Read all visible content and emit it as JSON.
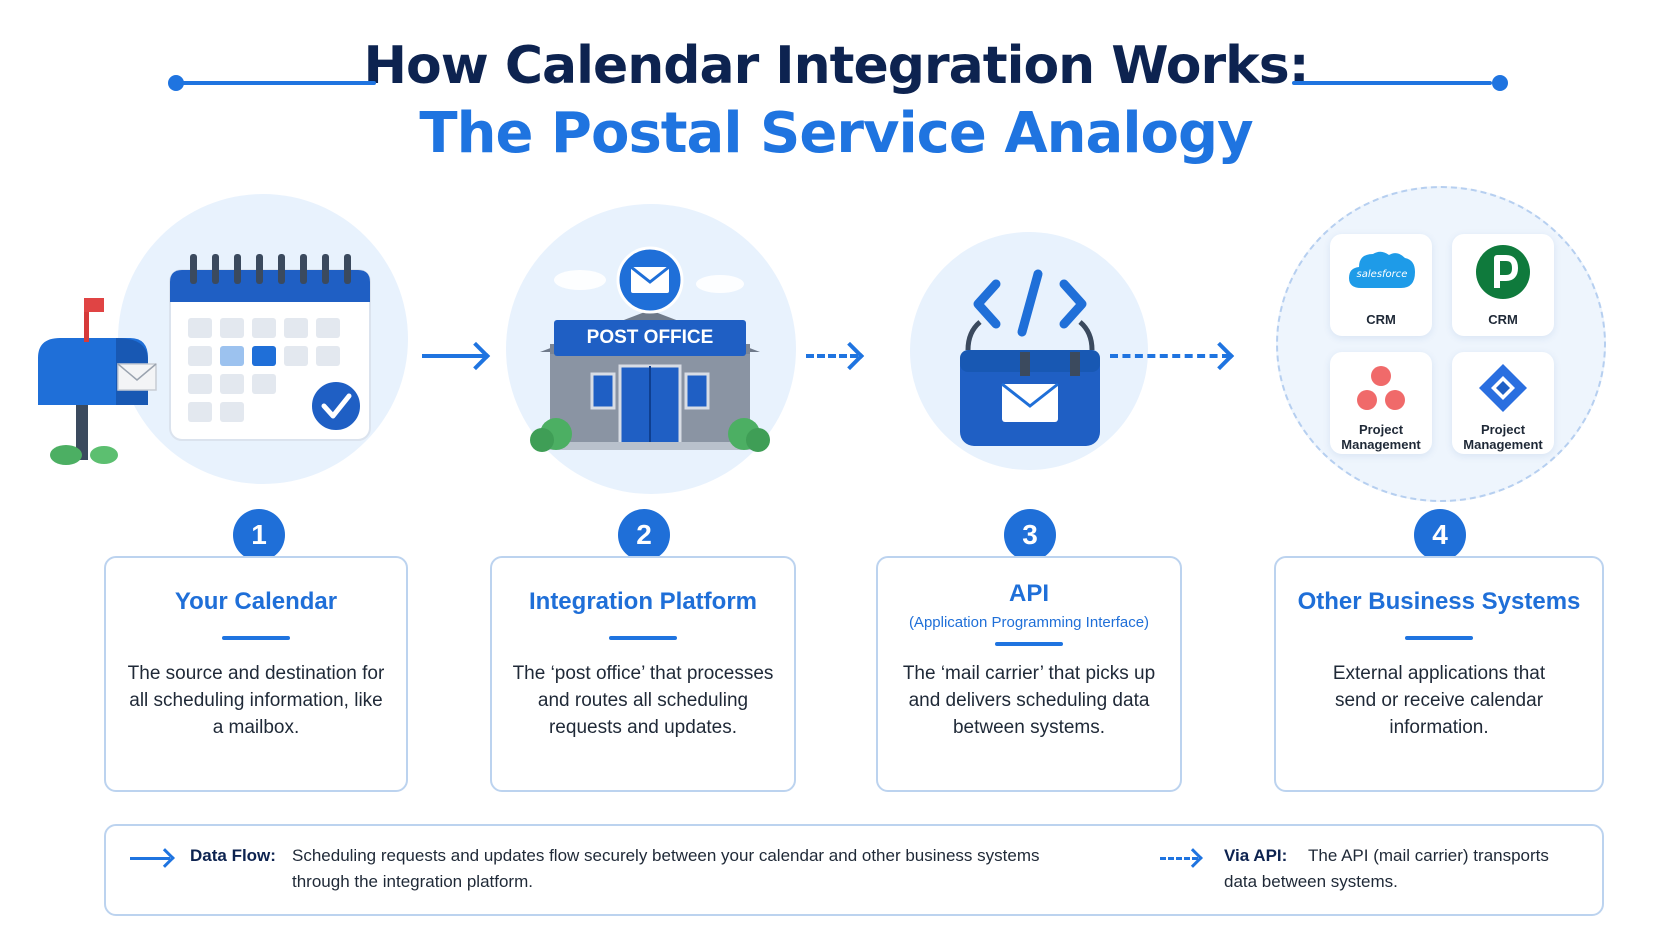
{
  "header": {
    "title_line1": "How Calendar Integration Works:",
    "title_line2": "The Postal Service Analogy"
  },
  "illustrations": {
    "post_office_sign": "POST OFFICE",
    "systems": [
      {
        "logo": "salesforce",
        "label": "CRM"
      },
      {
        "logo": "p",
        "label": "CRM"
      },
      {
        "logo": "dots",
        "label": "Project Management"
      },
      {
        "logo": "diamond",
        "label": "Project Management"
      }
    ]
  },
  "steps": [
    {
      "number": "1",
      "title": "Your Calendar",
      "subtitle": "",
      "description": "The source and destination for all scheduling information, like a mailbox."
    },
    {
      "number": "2",
      "title": "Integration Platform",
      "subtitle": "",
      "description": "The ‘post office’ that processes and routes all scheduling requests and updates."
    },
    {
      "number": "3",
      "title": "API",
      "subtitle": "(Application Programming Interface)",
      "description": "The ‘mail carrier’ that picks up and delivers scheduling data between systems."
    },
    {
      "number": "4",
      "title": "Other Business Systems",
      "subtitle": "",
      "description": "External applications that send or receive calendar information."
    }
  ],
  "legend": {
    "data_flow_label": "Data Flow:",
    "data_flow_line1": "Scheduling requests and updates flow securely between your calendar and other business systems",
    "data_flow_line2": "through the integration platform.",
    "via_api_label": "Via API:",
    "via_api_line1": "The API (mail carrier) transports",
    "via_api_line2": "data between systems."
  },
  "colors": {
    "primary": "#1f74e0",
    "navy": "#0d2350",
    "circle_bg": "#e8f2fd",
    "card_border": "#bcd3ef"
  }
}
